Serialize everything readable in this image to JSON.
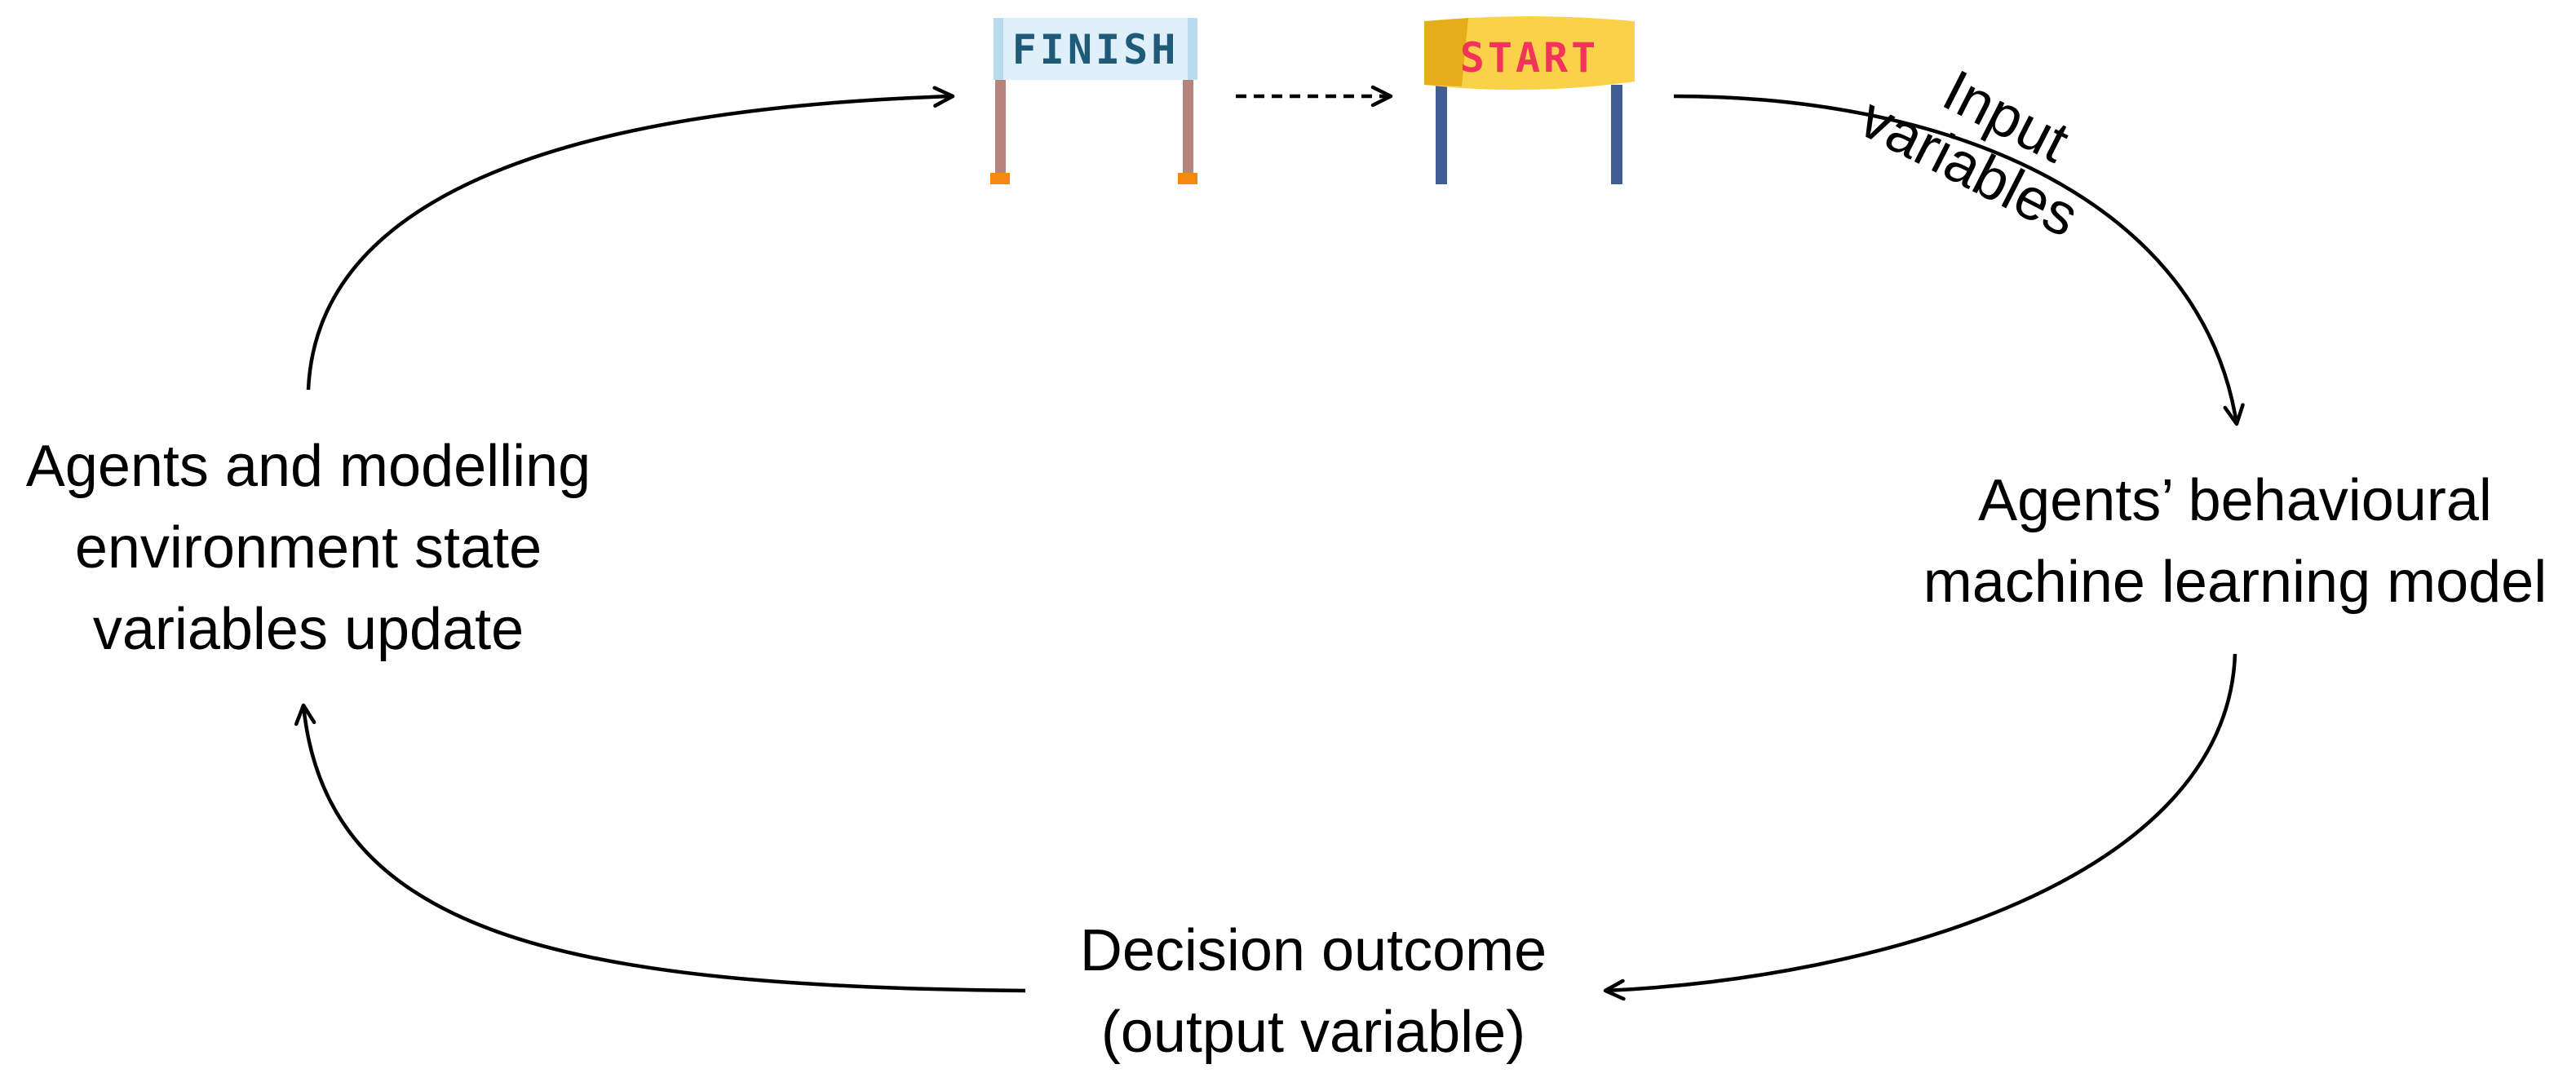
{
  "nodes": {
    "agents_env": {
      "lines": [
        "Agents and modelling",
        "environment state",
        "variables update"
      ]
    },
    "behavioural_model": {
      "lines": [
        "Agents’ behavioural",
        "machine learning model"
      ]
    },
    "decision_outcome": {
      "lines": [
        "Decision outcome",
        "(output variable)"
      ]
    }
  },
  "edge_labels": {
    "input": {
      "lines": [
        "Input",
        "variables"
      ]
    }
  },
  "banners": {
    "finish": {
      "text": "FINISH",
      "board_color": "#dff0fa",
      "board_edge_color": "#b8dcee",
      "text_color": "#1f5a78",
      "pole_color": "#b5847c",
      "foot_color": "#f5880f"
    },
    "start": {
      "text": "START",
      "board_color": "#fad24a",
      "board_edge_color": "#e6ad1a",
      "text_color": "#f2345a",
      "pole_color": "#3f5e95"
    }
  },
  "colors": {
    "line": "#000000",
    "text": "#000000",
    "background": "#ffffff"
  }
}
